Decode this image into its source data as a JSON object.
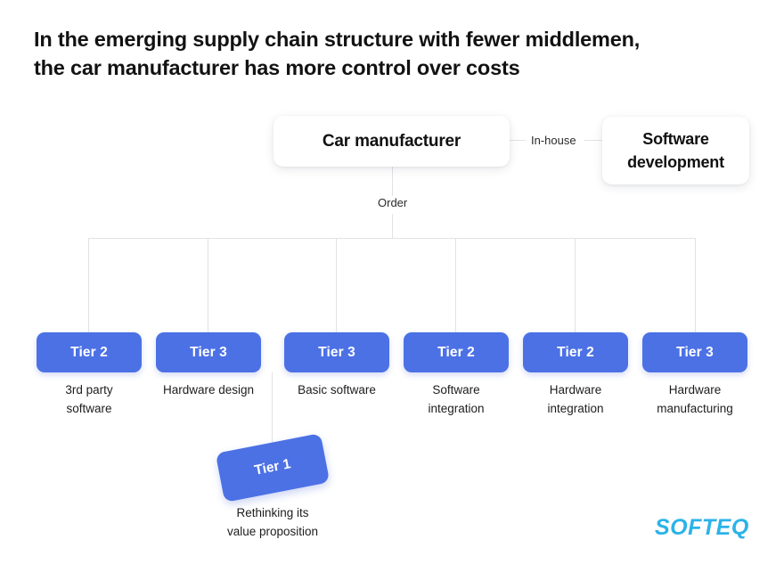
{
  "title": {
    "line1": "In the emerging supply chain structure with fewer middlemen,",
    "line2": "the car manufacturer has more control over costs"
  },
  "diagram": {
    "root": {
      "label": "Car manufacturer"
    },
    "inhouse": {
      "edge_label": "In-house",
      "label_line1": "Software",
      "label_line2": "development"
    },
    "order_edge_label": "Order",
    "tiers": [
      {
        "tier": "Tier 2",
        "caption_line1": "3rd party",
        "caption_line2": "software"
      },
      {
        "tier": "Tier 3",
        "caption_line1": "Hardware design",
        "caption_line2": ""
      },
      {
        "tier": "Tier 3",
        "caption_line1": "Basic software",
        "caption_line2": ""
      },
      {
        "tier": "Tier 2",
        "caption_line1": "Software",
        "caption_line2": "integration"
      },
      {
        "tier": "Tier 2",
        "caption_line1": "Hardware",
        "caption_line2": "integration"
      },
      {
        "tier": "Tier 3",
        "caption_line1": "Hardware",
        "caption_line2": "manufacturing"
      }
    ],
    "tier1": {
      "tier": "Tier 1",
      "caption_line1": "Rethinking its",
      "caption_line2": "value proposition"
    }
  },
  "branding": {
    "logo_text": "SOFTEQ"
  },
  "colors": {
    "tier_blue": "#4c71e5",
    "logo_cyan": "#2bb3e8",
    "connector_gray": "#e2e2e4",
    "text_dark": "#121212",
    "background": "#ffffff"
  }
}
